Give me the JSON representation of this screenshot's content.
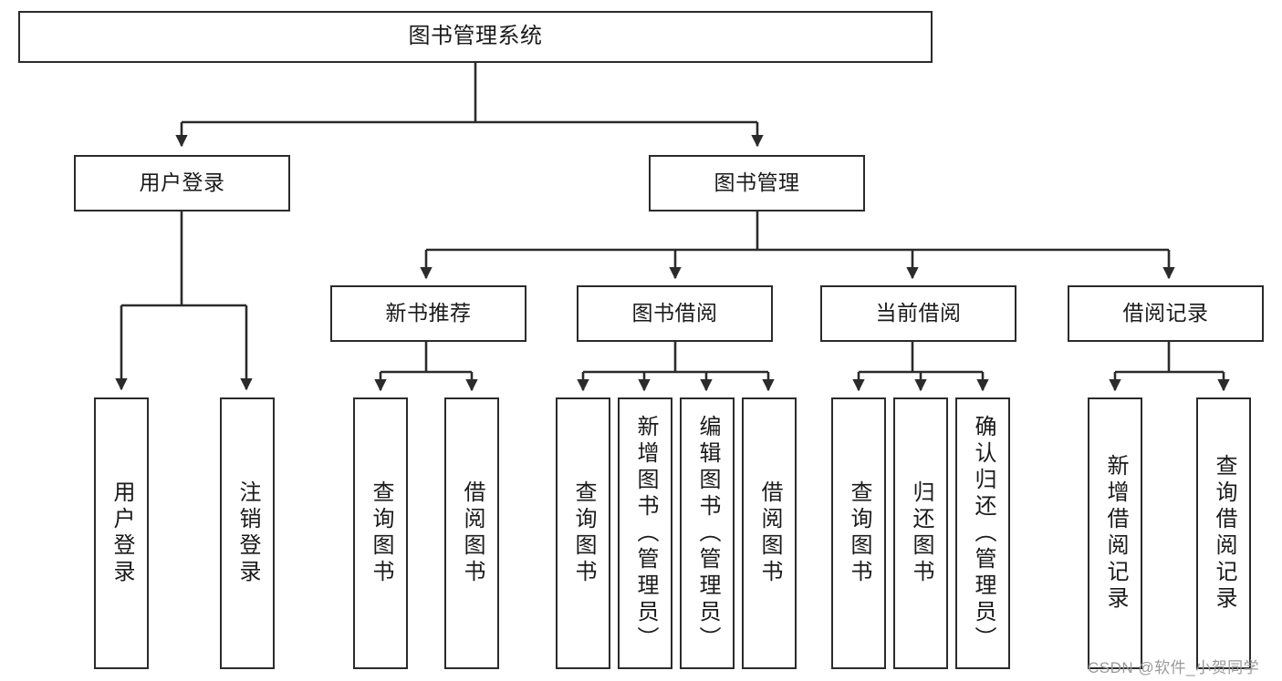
{
  "diagram": {
    "type": "tree-hierarchy",
    "title": "图书管理系统",
    "root": {
      "id": "root",
      "label": "图书管理系统",
      "orientation": "horizontal"
    },
    "level1": [
      {
        "id": "user-login",
        "label": "用户登录",
        "orientation": "horizontal"
      },
      {
        "id": "book-management",
        "label": "图书管理",
        "orientation": "horizontal"
      }
    ],
    "level2": [
      {
        "id": "new-book-recommend",
        "label": "新书推荐",
        "orientation": "horizontal",
        "parent": "book-management"
      },
      {
        "id": "book-borrow",
        "label": "图书借阅",
        "orientation": "horizontal",
        "parent": "book-management"
      },
      {
        "id": "current-borrow",
        "label": "当前借阅",
        "orientation": "horizontal",
        "parent": "book-management"
      },
      {
        "id": "borrow-record",
        "label": "借阅记录",
        "orientation": "horizontal",
        "parent": "book-management"
      }
    ],
    "leaves": [
      {
        "id": "leaf-user-login",
        "label": "用户登录",
        "orientation": "vertical",
        "parent": "user-login"
      },
      {
        "id": "leaf-user-logout",
        "label": "注销登录",
        "orientation": "vertical",
        "parent": "user-login"
      },
      {
        "id": "leaf-query-book-1",
        "label": "查询图书",
        "orientation": "vertical",
        "parent": "new-book-recommend"
      },
      {
        "id": "leaf-borrow-book-1",
        "label": "借阅图书",
        "orientation": "vertical",
        "parent": "new-book-recommend"
      },
      {
        "id": "leaf-query-book-2",
        "label": "查询图书",
        "orientation": "vertical",
        "parent": "book-borrow"
      },
      {
        "id": "leaf-add-book",
        "label": "新增图书（管理员）",
        "orientation": "vertical",
        "parent": "book-borrow"
      },
      {
        "id": "leaf-edit-book",
        "label": "编辑图书（管理员）",
        "orientation": "vertical",
        "parent": "book-borrow"
      },
      {
        "id": "leaf-borrow-book-2",
        "label": "借阅图书",
        "orientation": "vertical",
        "parent": "book-borrow"
      },
      {
        "id": "leaf-query-book-3",
        "label": "查询图书",
        "orientation": "vertical",
        "parent": "current-borrow"
      },
      {
        "id": "leaf-return-book",
        "label": "归还图书",
        "orientation": "vertical",
        "parent": "current-borrow"
      },
      {
        "id": "leaf-confirm-return",
        "label": "确认归还（管理员）",
        "orientation": "vertical",
        "parent": "current-borrow"
      },
      {
        "id": "leaf-add-record",
        "label": "新增借阅记录",
        "orientation": "vertical",
        "parent": "borrow-record"
      },
      {
        "id": "leaf-query-record",
        "label": "查询借阅记录",
        "orientation": "vertical",
        "parent": "borrow-record"
      }
    ],
    "colors": {
      "border": "#2b2b2b",
      "text": "#1a1a1a",
      "background": "#ffffff",
      "edge": "#2b2b2b",
      "watermark": "#9a9a9a"
    }
  },
  "watermark": {
    "text": "CSDN @软件_小贺同学"
  }
}
